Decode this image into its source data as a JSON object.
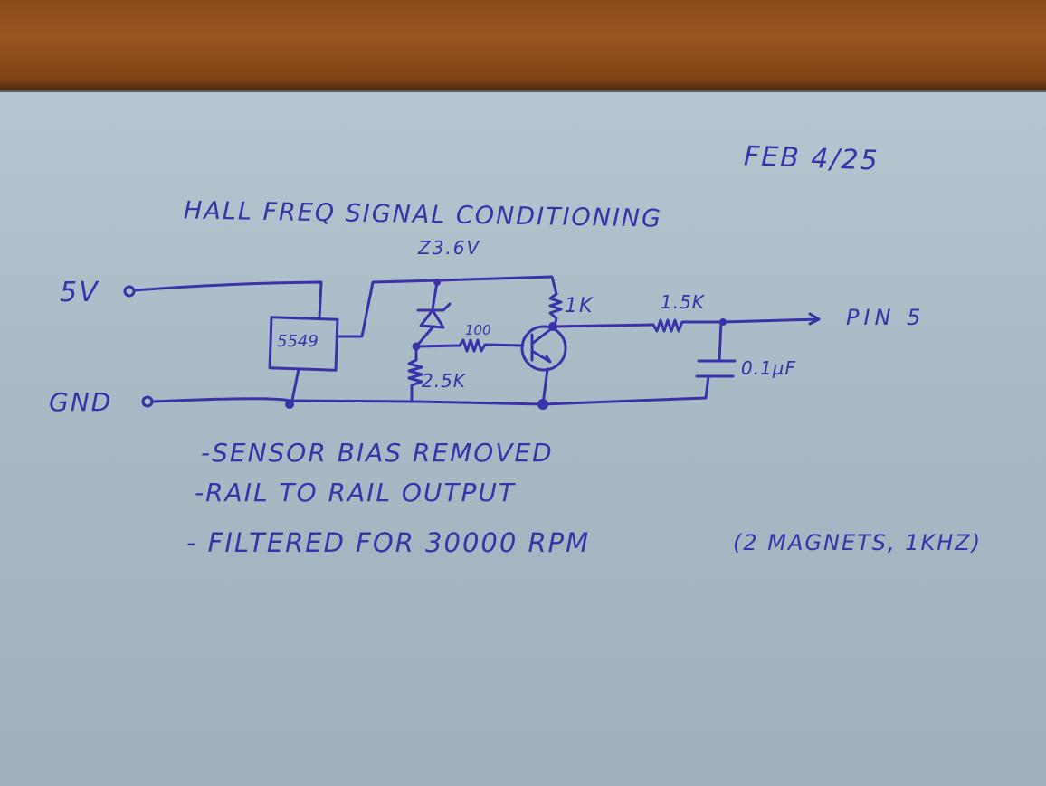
{
  "date": "FEB 4/25",
  "title": "HALL FREQ SIGNAL CONDITIONING",
  "terminals": {
    "supply": "5V",
    "ground": "GND",
    "output": "PIN 5"
  },
  "components": {
    "hall_sensor": "5549",
    "zener": "Z3.6V",
    "r_collector": "1K",
    "r_base": "100",
    "r_bias": "2.5K",
    "r_filter": "1.5K",
    "capacitor": "0.1µF"
  },
  "notes": [
    "-SENSOR BIAS REMOVED",
    "-RAIL TO RAIL OUTPUT",
    "- FILTERED FOR 30000 RPM",
    "(2 MAGNETS, 1KHZ)"
  ],
  "colors": {
    "ink": "#3a32a8",
    "paper": "#a9bbc6",
    "desk": "#8a4a18"
  }
}
